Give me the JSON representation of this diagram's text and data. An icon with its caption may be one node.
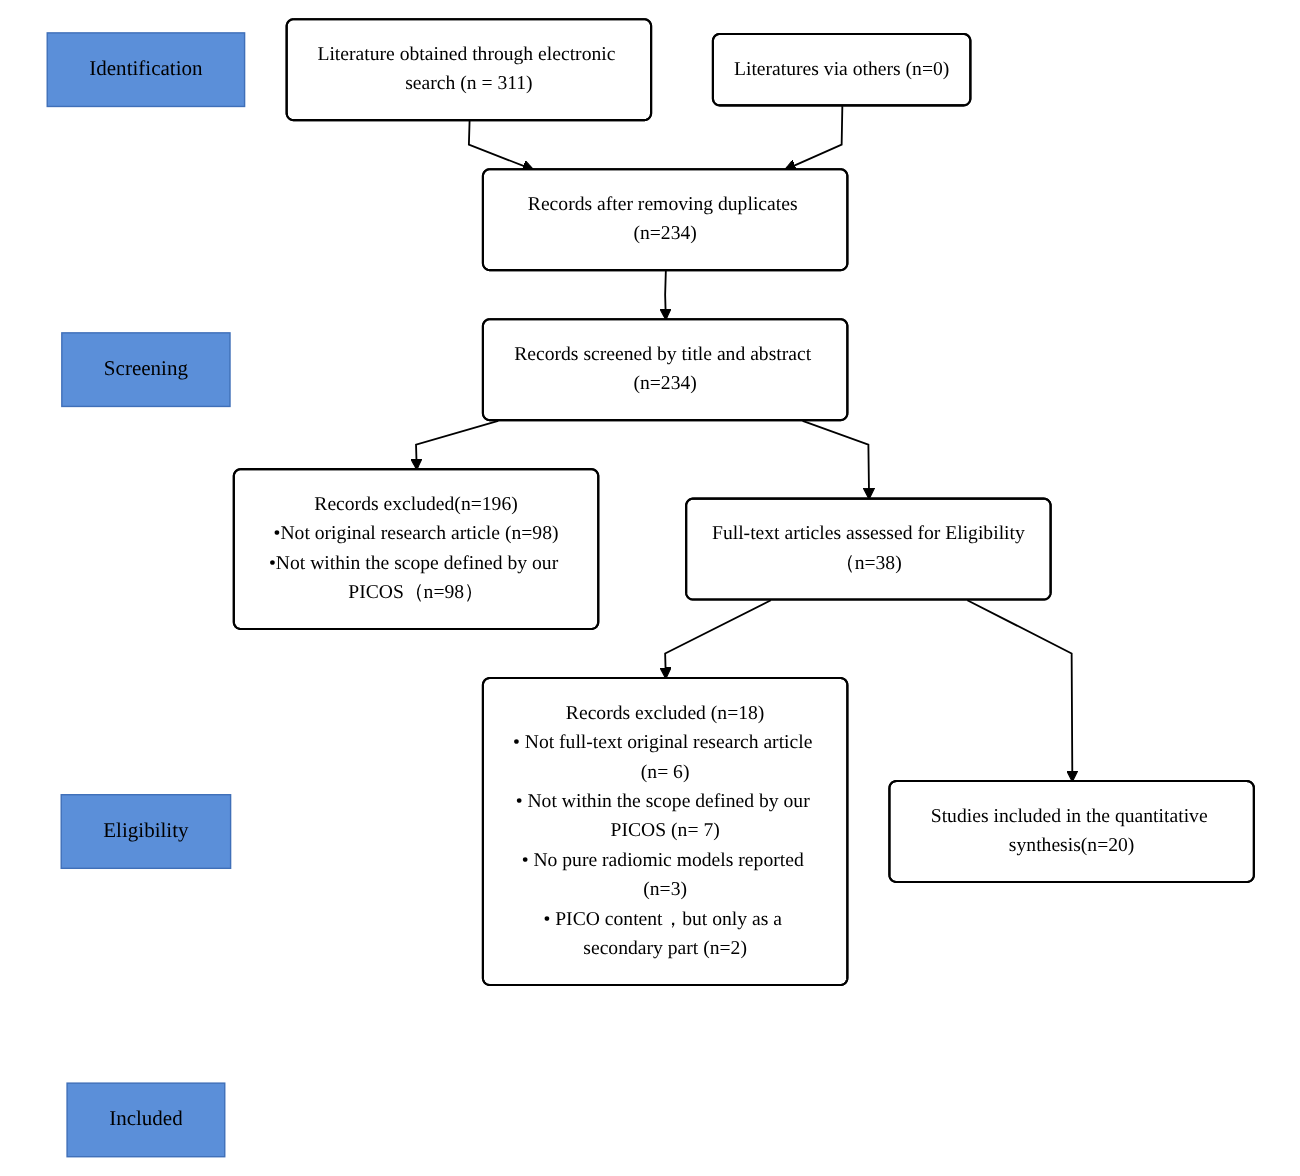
{
  "diagram": {
    "nodes": [
      {
        "text": [
          "Identification"
        ]
      },
      {
        "text": [
          "Screening"
        ]
      },
      {
        "text": [
          "Eligibility"
        ]
      },
      {
        "text": [
          "Included"
        ]
      },
      {
        "text": [
          "Literature obtained through electronic search (n = 311)"
        ]
      },
      {
        "text": [
          "Literatures via others (n=0)"
        ]
      },
      {
        "text": [
          "Records after removing duplicates (n=234)"
        ]
      },
      {
        "text": [
          "Records screened by title and abstract (n=234)"
        ]
      },
      {
        "text": [
          "Records excluded(n=196)",
          "•Not original research article (n=98)",
          "•Not within the scope defined by our PICOS（n=98）"
        ]
      },
      {
        "text": [
          "Full-text articles assessed for Eligibility（n=38)"
        ]
      },
      {
        "text": [
          "Records excluded (n=18)",
          "• Not full-text original research article (n= 6)",
          "• Not within the scope defined by our PICOS (n= 7)",
          "• No pure radiomic models reported (n=3)",
          "• PICO content，but only as a secondary part (n=2)"
        ]
      },
      {
        "text": [
          "Studies included in the quantitative synthesis(n=20)"
        ]
      }
    ],
    "edges": [
      {
        "from": 4,
        "to": 6,
        "arrow": "to"
      },
      {
        "from": 5,
        "to": 6,
        "arrow": "to"
      },
      {
        "from": 6,
        "to": 7,
        "arrow": "to"
      },
      {
        "from": 7,
        "to": 8,
        "arrow": "to"
      },
      {
        "from": 7,
        "to": 9,
        "arrow": "to"
      },
      {
        "from": 9,
        "to": 10,
        "arrow": "to"
      },
      {
        "from": 9,
        "to": 11,
        "arrow": "to"
      }
    ]
  }
}
